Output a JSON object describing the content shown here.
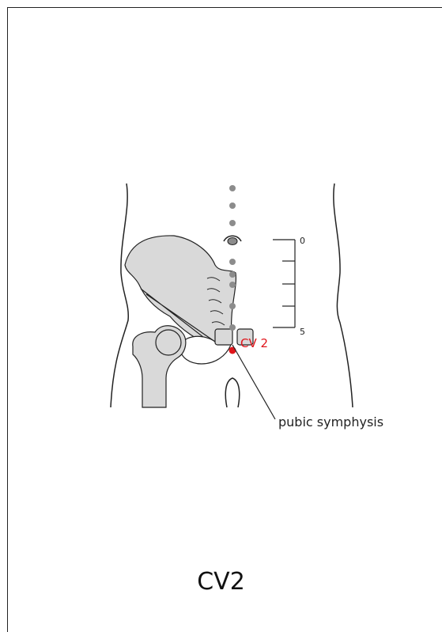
{
  "point_label": "CV 2",
  "structure_label": "pubic symphysis",
  "scale": {
    "top": "0",
    "bottom": "5"
  },
  "title": "CV2",
  "colors": {
    "point": "#e0151b",
    "bone_fill": "#d9d9d9",
    "dots": "#8c8c8c",
    "outline": "#222222"
  }
}
